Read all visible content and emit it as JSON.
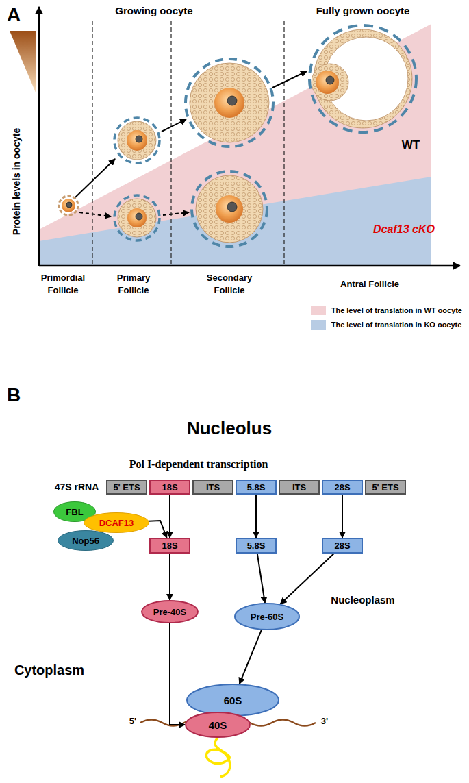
{
  "diagram": {
    "nodes": [
      {
        "text": [
          "Nucleoplasm"
        ]
      },
      {
        "text": [
          "Nucleolus",
          "Pol I-dependent transcription"
        ],
        "in": 0
      },
      {
        "text": [
          "5' ETS"
        ],
        "in": 1
      },
      {
        "text": [
          "18S"
        ],
        "in": 1
      },
      {
        "text": [
          "ITS"
        ],
        "in": 1
      },
      {
        "text": [
          "5.8S"
        ],
        "in": 1
      },
      {
        "text": [
          "ITS"
        ],
        "in": 1
      },
      {
        "text": [
          "28S"
        ],
        "in": 1
      },
      {
        "text": [
          "5' ETS"
        ],
        "in": 1
      },
      {
        "text": [
          "FBL"
        ],
        "in": 1
      },
      {
        "text": [
          "DCAF13"
        ],
        "in": 1
      },
      {
        "text": [
          "Nop56"
        ],
        "in": 1
      },
      {
        "text": [
          "18S"
        ],
        "in": 1
      },
      {
        "text": [
          "5.8S"
        ],
        "in": 1
      },
      {
        "text": [
          "28S"
        ],
        "in": 1
      },
      {
        "text": [
          "Pre-40S"
        ],
        "in": 0
      },
      {
        "text": [
          "Pre-60S"
        ],
        "in": 0
      },
      {
        "text": [
          "60S"
        ]
      },
      {
        "text": [
          "40S"
        ]
      }
    ],
    "edges": [
      {
        "from": 3,
        "to": 12,
        "arrow": "to"
      },
      {
        "from": 5,
        "to": 13,
        "arrow": "to"
      },
      {
        "from": 7,
        "to": 14,
        "arrow": "to"
      },
      {
        "from": 10,
        "to": 12,
        "arrow": "to"
      },
      {
        "from": 12,
        "to": 15,
        "arrow": "to"
      },
      {
        "from": 13,
        "to": 16,
        "arrow": "to"
      },
      {
        "from": 14,
        "to": 16,
        "arrow": "to"
      },
      {
        "from": 16,
        "to": 17,
        "arrow": "to"
      },
      {
        "from": 15,
        "to": 18,
        "arrow": "to"
      }
    ],
    "labels": [
      "A",
      "Growing oocyte",
      "Fully grown oocyte",
      "Protein levels in oocyte",
      "WT",
      "Dcaf13 cKO",
      "Primordial Follicle",
      "Primary Follicle",
      "Secondary Follicle",
      "Antral Follicle",
      "B",
      "47S rRNA",
      "Cytoplasm",
      "5'",
      "3'"
    ],
    "legend": [
      {
        "text": "The level of translation in WT oocyte",
        "color": "#f2d0d3"
      },
      {
        "text": "The level of translation in KO oocyte",
        "color": "#b8cce4"
      }
    ]
  }
}
